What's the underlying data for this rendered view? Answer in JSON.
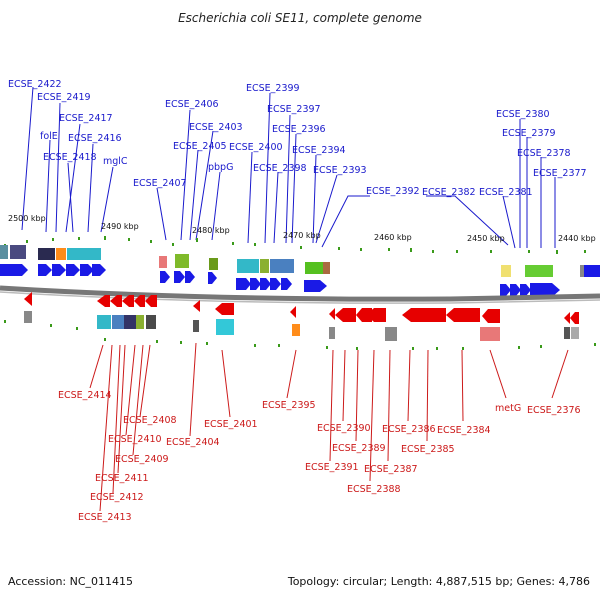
{
  "title": "Escherichia coli SE11, complete genome",
  "footer": {
    "accession": "Accession: NC_011415",
    "summary": "Topology: circular; Length: 4,887,515 bp; Genes: 4,786"
  },
  "colors": {
    "top_label": "#1a1acc",
    "bottom_label": "#cc1a1a",
    "forward_gene": "#1a1ae6",
    "reverse_gene": "#e60000",
    "backbone": "#777777"
  },
  "scale": {
    "ticks": [
      {
        "label": "2500 kbp",
        "kbp": 2500
      },
      {
        "label": "2490 kbp",
        "kbp": 2490
      },
      {
        "label": "2480 kbp",
        "kbp": 2480
      },
      {
        "label": "2470 kbp",
        "kbp": 2470
      },
      {
        "label": "2460 kbp",
        "kbp": 2460
      },
      {
        "label": "2450 kbp",
        "kbp": 2450
      },
      {
        "label": "2440 kbp",
        "kbp": 2440
      }
    ]
  },
  "top_labels": [
    "ECSE_2422",
    "ECSE_2419",
    "ECSE_2417",
    "folE",
    "ECSE_2416",
    "ECSE_2418",
    "mglC",
    "ECSE_2406",
    "ECSE_2403",
    "ECSE_2405",
    "pbpG",
    "ECSE_2407",
    "ECSE_2399",
    "ECSE_2397",
    "ECSE_2396",
    "ECSE_2400",
    "ECSE_2394",
    "ECSE_2398",
    "ECSE_2393",
    "ECSE_2392",
    "ECSE_2382",
    "ECSE_2381",
    "ECSE_2380",
    "ECSE_2379",
    "ECSE_2378",
    "ECSE_2377"
  ],
  "bottom_labels": [
    "ECSE_2414",
    "ECSE_2408",
    "ECSE_2410",
    "ECSE_2409",
    "ECSE_2411",
    "ECSE_2412",
    "ECSE_2413",
    "ECSE_2404",
    "ECSE_2401",
    "ECSE_2395",
    "ECSE_2390",
    "ECSE_2389",
    "ECSE_2391",
    "ECSE_2388",
    "ECSE_2387",
    "ECSE_2386",
    "ECSE_2385",
    "ECSE_2384",
    "metG",
    "ECSE_2376"
  ]
}
